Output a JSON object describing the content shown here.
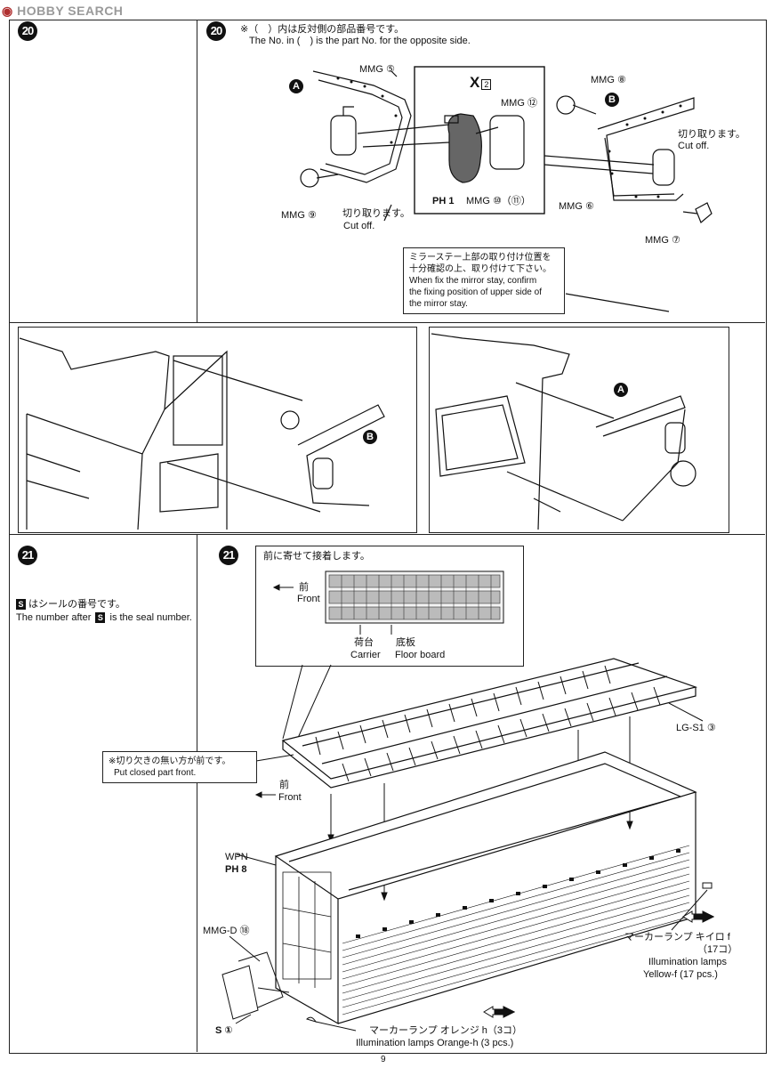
{
  "watermark": "HOBBY SEARCH",
  "page_number": "9",
  "step20": {
    "num_left": "20",
    "num_right": "20",
    "note_jp": "※（　）内は反対側の部品番号です。",
    "note_en": "The No. in (　) is the part No. for the opposite side.",
    "label_A": "A",
    "label_B": "B",
    "mmg5": "MMG ⑤",
    "mmg9": "MMG ⑨",
    "cut_jp": "切り取ります。",
    "cut_en": "Cut off.",
    "x_mark": "X",
    "x_num": "2",
    "mmg12": "MMG ⑫",
    "ph1": "PH 1",
    "mmg10": "MMG ⑩（⑪）",
    "mmg8": "MMG ⑧",
    "cut_jp2": "切り取ります。",
    "cut_en2": "Cut off.",
    "mmg6": "MMG ⑥",
    "mmg7": "MMG ⑦",
    "stay_note": [
      "ミラーステー上部の取り付け位置を",
      "十分確認の上、取り付けて下さい。",
      "When fix the mirror stay, confirm",
      "the fixing position of upper side of",
      "the mirror stay."
    ],
    "label_B2": "B",
    "label_A2": "A"
  },
  "step21": {
    "num_left": "21",
    "num_right": "21",
    "seal_jp": "はシールの番号です。",
    "seal_en_a": "The number after",
    "seal_en_b": "is the seal number.",
    "seal_mark": "S",
    "front_note": "前に寄せて接着します。",
    "front_jp": "前",
    "front_en": "Front",
    "carrier_jp": "荷台",
    "carrier_en": "Carrier",
    "floor_jp": "底板",
    "floor_en": "Floor board",
    "lgs1": "LG-S1 ③",
    "closed_jp": "※切り欠きの無い方が前です。",
    "closed_en": "Put closed part front.",
    "front2_jp": "前",
    "front2_en": "Front",
    "wpn": "WPN",
    "ph8": "PH 8",
    "mmgd": "MMG-D ⑱",
    "s1": "S ①",
    "lamp_yellow_jp": "マーカーランプ キイロ f",
    "lamp_yellow_qty": "（17コ）",
    "lamp_yellow_en1": "Illumination lamps",
    "lamp_yellow_en2": "Yellow-f (17 pcs.)",
    "lamp_orange_jp": "マーカーランプ オレンジ h（3コ）",
    "lamp_orange_en": "Illumination lamps Orange-h (3 pcs.)"
  }
}
